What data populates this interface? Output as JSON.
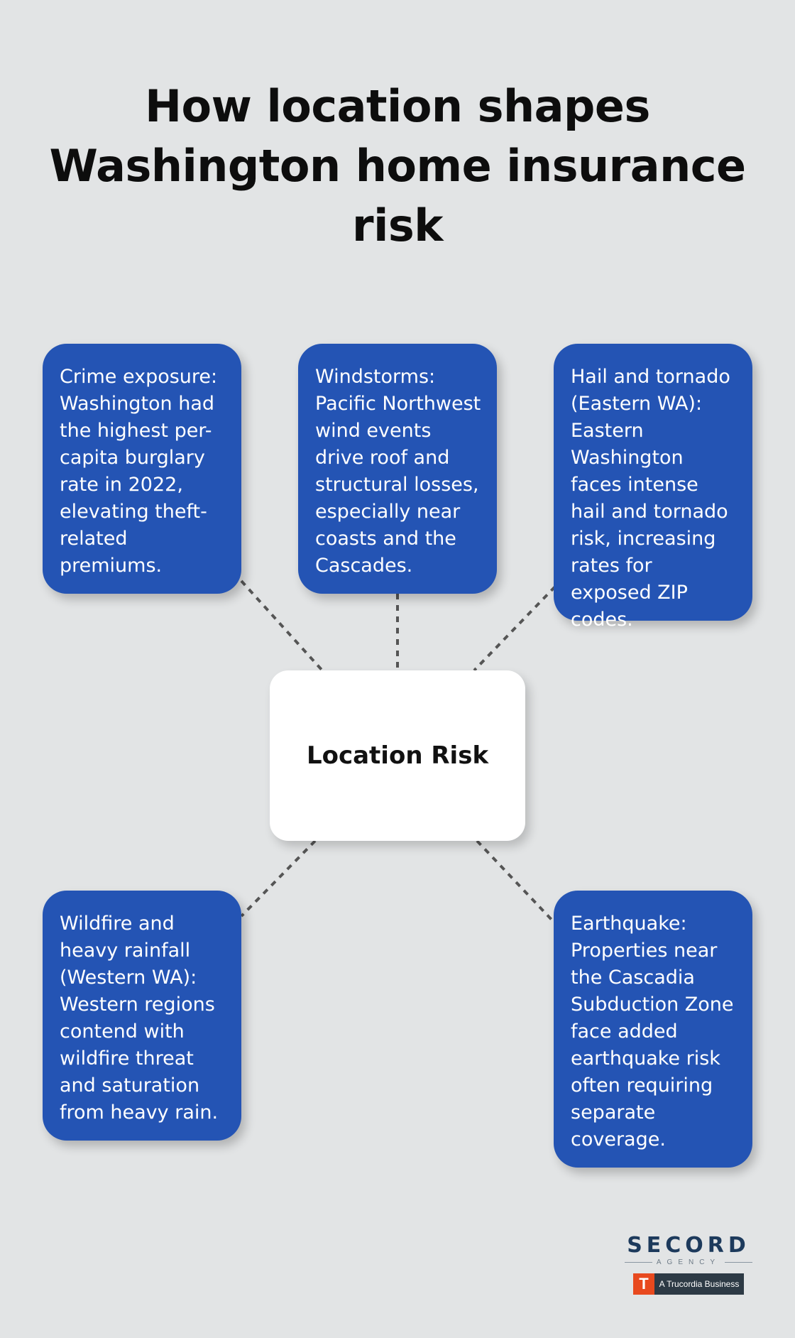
{
  "title": "How location shapes Washington home insurance risk",
  "center": {
    "label": "Location Risk"
  },
  "nodes": [
    {
      "id": "crime",
      "text": "Crime exposure: Washington had the highest per-capita burglary rate in 2022, elevating theft-related premiums."
    },
    {
      "id": "windstorms",
      "text": "Windstorms: Pacific Northwest wind events drive roof and structural losses, especially near coasts and the Cascades."
    },
    {
      "id": "hail",
      "text": "Hail and tornado (Eastern WA): Eastern Washington faces intense hail and tornado risk, increasing rates for exposed ZIP codes."
    },
    {
      "id": "wildfire",
      "text": "Wildfire and heavy rainfall (Western WA): Western regions contend with wildfire threat and saturation from heavy rain."
    },
    {
      "id": "earthquake",
      "text": "Earthquake: Properties near the Cascadia Subduction Zone face added earthquake risk often requiring separate coverage."
    }
  ],
  "logo": {
    "name": "SECORD",
    "subtitle": "AGENCY",
    "badge_letter": "T",
    "badge_text": "A Trucordia Business"
  },
  "colors": {
    "background": "#e2e4e5",
    "node_fill": "#2454b4",
    "center_fill": "#ffffff",
    "connector": "#555555"
  }
}
